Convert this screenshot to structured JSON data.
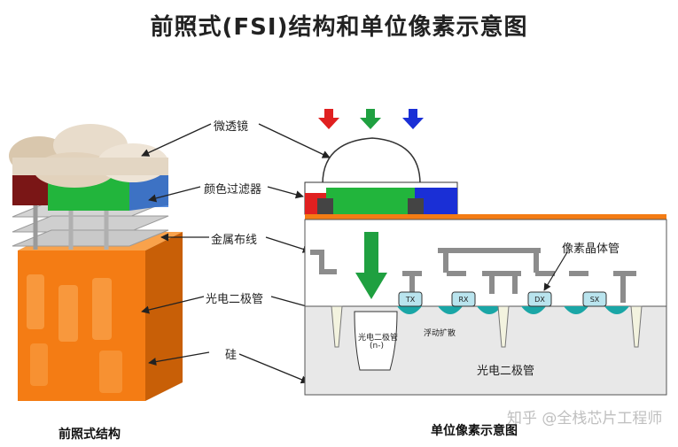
{
  "title": "前照式(FSI)结构和单位像素示意图",
  "left_labels": {
    "microlens": "微透镜",
    "color_filter": "颜色过滤器",
    "metal_wiring": "金属布线",
    "photodiode": "光电二极管",
    "silicon": "硅"
  },
  "right_labels": {
    "pixel_transistor": "像素晶体管",
    "photodiode_inner_line1": "光电二极管",
    "photodiode_inner_line2": "(n-)",
    "floating_diffusion": "浮动扩散",
    "photodiode_bottom": "光电二极管",
    "transistors": [
      "TX",
      "RX",
      "DX",
      "SX"
    ]
  },
  "captions": {
    "left": "前照式结构",
    "right": "单位像素示意图"
  },
  "watermark": "知乎 @全栈芯片工程师",
  "colors": {
    "arrow_red": "#e02020",
    "arrow_green": "#1fa040",
    "arrow_blue": "#1a2fd6",
    "silicon_orange": "#f47c14",
    "filter_red": "#7a1616",
    "filter_green": "#22b53c",
    "filter_blue": "#5a8fe0",
    "lens": "#e8dccb",
    "wiring": "#c8c8c8",
    "substrate": "#e8e8e8",
    "fd_teal": "#1aa6a6"
  }
}
